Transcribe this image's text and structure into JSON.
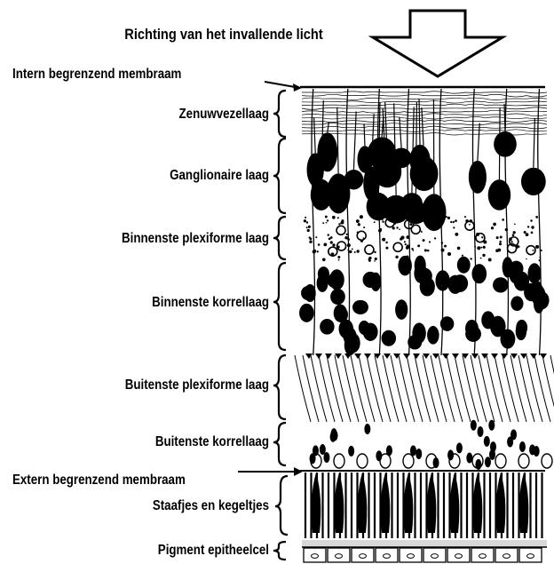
{
  "title": "Richting van het invallende licht",
  "labels": {
    "inner_membrane": "Intern begrenzend membraam",
    "nerve_fiber": "Zenuwvezellaag",
    "ganglion": "Ganglionaire laag",
    "inner_plexiform": "Binnenste plexiforme laag",
    "inner_nuclear": "Binnenste korrellaag",
    "outer_plexiform": "Buitenste plexiforme laag",
    "outer_nuclear": "Buitenste korrellaag",
    "outer_membrane": "Extern begrenzend membraam",
    "rods_cones": "Staafjes en kegeltjes",
    "pigment": "Pigment epitheelcel"
  },
  "icons": {
    "light_arrow": "down-arrow-icon",
    "brace": "curly-brace-icon"
  }
}
